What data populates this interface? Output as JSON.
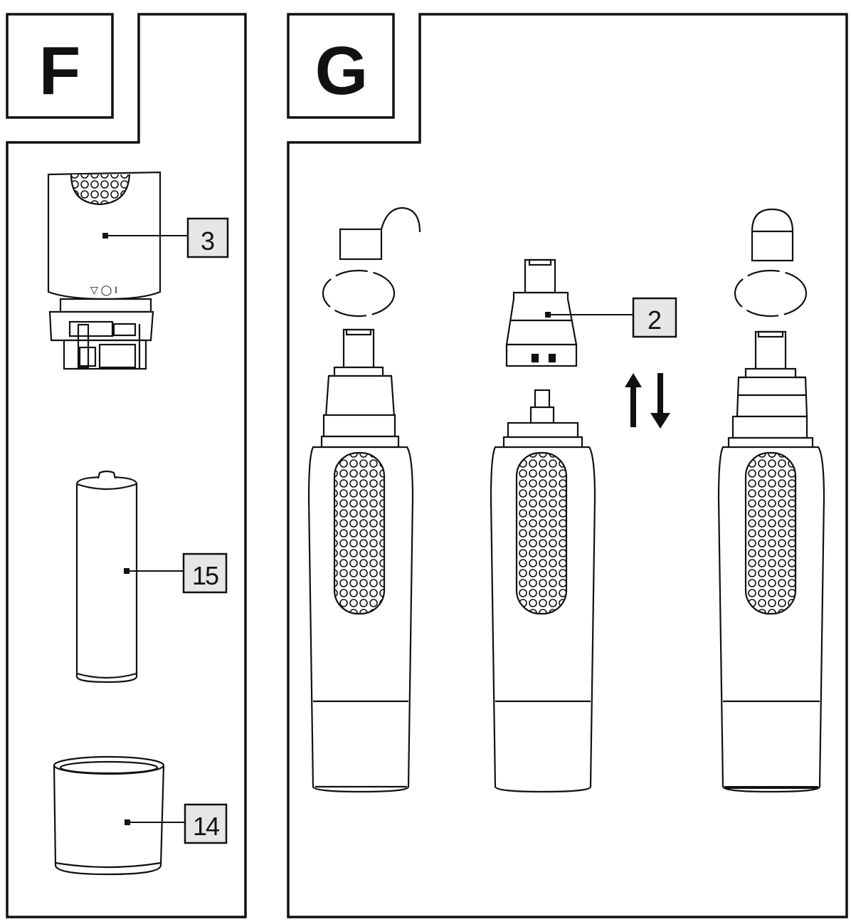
{
  "panels": {
    "f": {
      "label": "F",
      "callouts": {
        "top_cap": "3",
        "battery": "15",
        "bottom_cap": "14"
      },
      "cap_marks": "▽ ◯ I"
    },
    "g": {
      "label": "G",
      "callouts": {
        "trimmer_head": "2"
      }
    }
  },
  "colors": {
    "line": "#111111",
    "callout_fill": "#e6e6e6",
    "background": "#ffffff"
  }
}
